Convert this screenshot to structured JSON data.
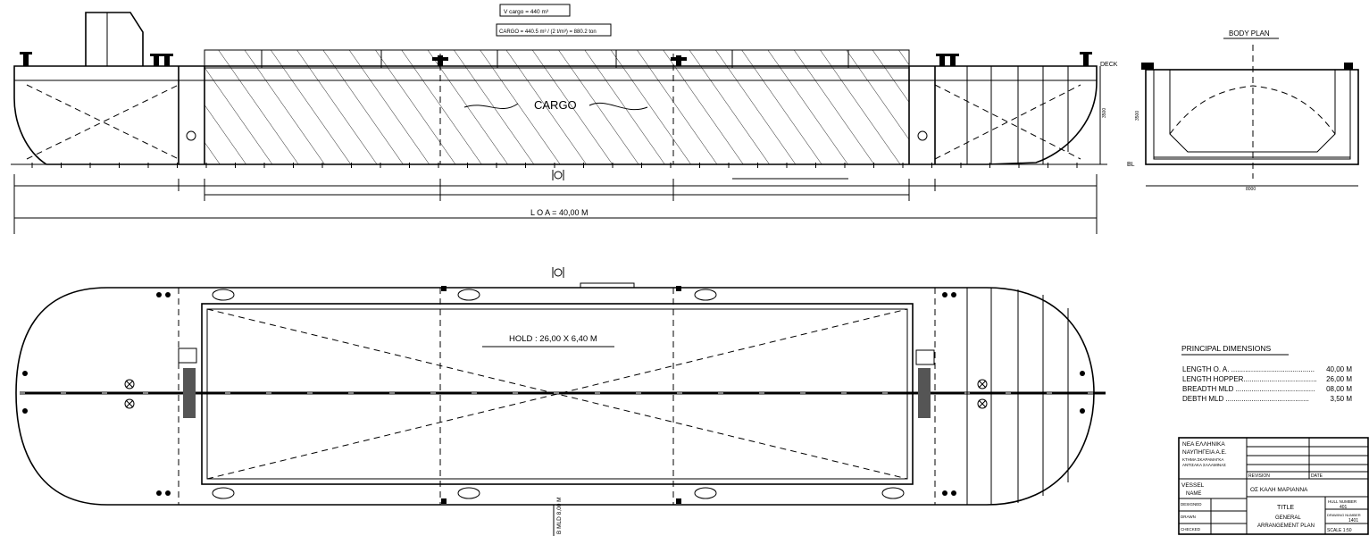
{
  "profile": {
    "volume_box": "V cargo = 440 m³",
    "cargo_box": "CARGO = 440.5 m³ / (2 t/m³) = 880.2 ton",
    "cargo_label": "CARGO",
    "deck_label": "DECK",
    "bl_label": "BL",
    "loa_label": "L O A  = 40,00 M",
    "depth_dim": "3500"
  },
  "plan": {
    "hold_label": "HOLD  : 26,00 X 6,40 M",
    "breadth_label": "B MLD 8,00 M"
  },
  "body_plan": {
    "title": "BODY  PLAN",
    "depth_dim": "3500",
    "breadth_dim": "8000"
  },
  "principal_dimensions": {
    "title": "PRINCIPAL  DIMENSIONS",
    "rows": [
      {
        "label": "LENGTH O. A. ..........................................",
        "value": "40,00 M"
      },
      {
        "label": "LENGTH HOPPER.....................................",
        "value": "26,00 M"
      },
      {
        "label": "BREADTH MLD ........................................",
        "value": "08,00 M"
      },
      {
        "label": "DEBTH  MLD ..........................................",
        "value": "3,50 M"
      }
    ]
  },
  "title_block": {
    "company_line1": "ΝΕΑ ΕΛΛΗΝΙΚΑ",
    "company_line2": "ΝΑΥΠΗΓΕΙΑ Α.Ε.",
    "company_line3": "ΚΤΗΜΑ ΣΚΑΡΑΜΑΓΚΑ",
    "company_line4": "ΑΝΤΙΣΑΚΑ ΣΑΛΑΜΙΝΑΣ",
    "revision_label": "REVISION",
    "date_label": "DATE",
    "vessel_label": "VESSEL",
    "name_label": "NAME",
    "vessel_name": "ΟΣ ΚΑΛΗ ΜΑΡΙΑΝΝΑ",
    "designed_label": "DESIGNED",
    "drawn_label": "DRAWN",
    "checked_label": "CHECKED",
    "title_label": "TITLE",
    "title_line1": "GENERAL",
    "title_line2": "ARRANGEMENT PLAN",
    "hull_number_label": "HULL NUMBER",
    "hull_number": "401",
    "drawing_number_label": "DRAWING NUMBER",
    "drawing_number": "1401",
    "scale": "SCALE 1:50"
  }
}
